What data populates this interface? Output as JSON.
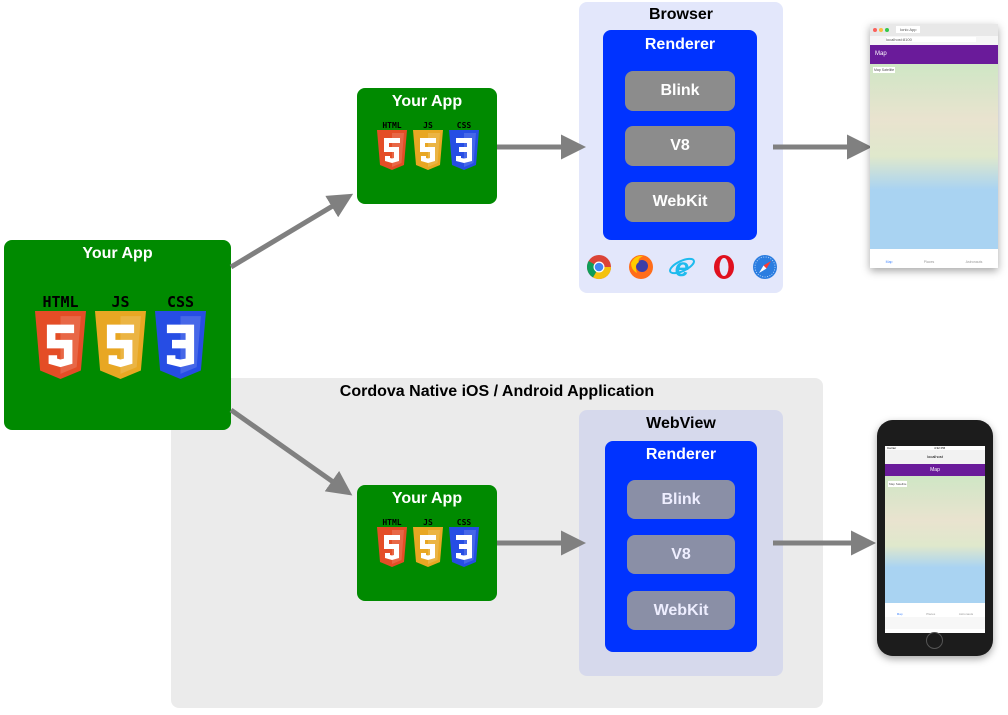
{
  "app_large": {
    "title": "Your App",
    "badges": [
      "HTML",
      "JS",
      "CSS"
    ]
  },
  "app_top": {
    "title": "Your App",
    "badges": [
      "HTML",
      "JS",
      "CSS"
    ]
  },
  "app_bottom": {
    "title": "Your App",
    "badges": [
      "HTML",
      "JS",
      "CSS"
    ]
  },
  "browser": {
    "title": "Browser",
    "renderer": "Renderer",
    "engines": [
      "Blink",
      "V8",
      "WebKit"
    ],
    "icons": [
      "chrome-icon",
      "firefox-icon",
      "internet-explorer-icon",
      "opera-icon",
      "safari-icon"
    ]
  },
  "cordova": {
    "title": "Cordova Native iOS / Android Application"
  },
  "webview": {
    "title": "WebView",
    "renderer": "Renderer",
    "engines": [
      "Blink",
      "V8",
      "WebKit"
    ]
  },
  "desktop_preview": {
    "tab": "Ionic App",
    "url": "localhost:8100",
    "header": "Map",
    "map_toggle": [
      "Map",
      "Satellite"
    ],
    "tabs": [
      "Map",
      "Places",
      "Astronauts"
    ]
  },
  "phone_preview": {
    "carrier": "Carrier",
    "time": "4:32 PM",
    "url": "localhost",
    "header": "Map",
    "map_toggle": [
      "Map",
      "Satellite"
    ],
    "tabs": [
      "Map",
      "Places",
      "Astronauts"
    ]
  },
  "colors": {
    "app": "#008a00",
    "renderer": "#0033ff",
    "browser_bg": "#e3e7fb",
    "webview_bg": "#d6d9ec",
    "cordova_bg": "#ebebeb",
    "arrow": "#808080",
    "html": "#e44d26",
    "js": "#e8a723",
    "css": "#264de4",
    "ionic_header": "#6a1b9a"
  }
}
